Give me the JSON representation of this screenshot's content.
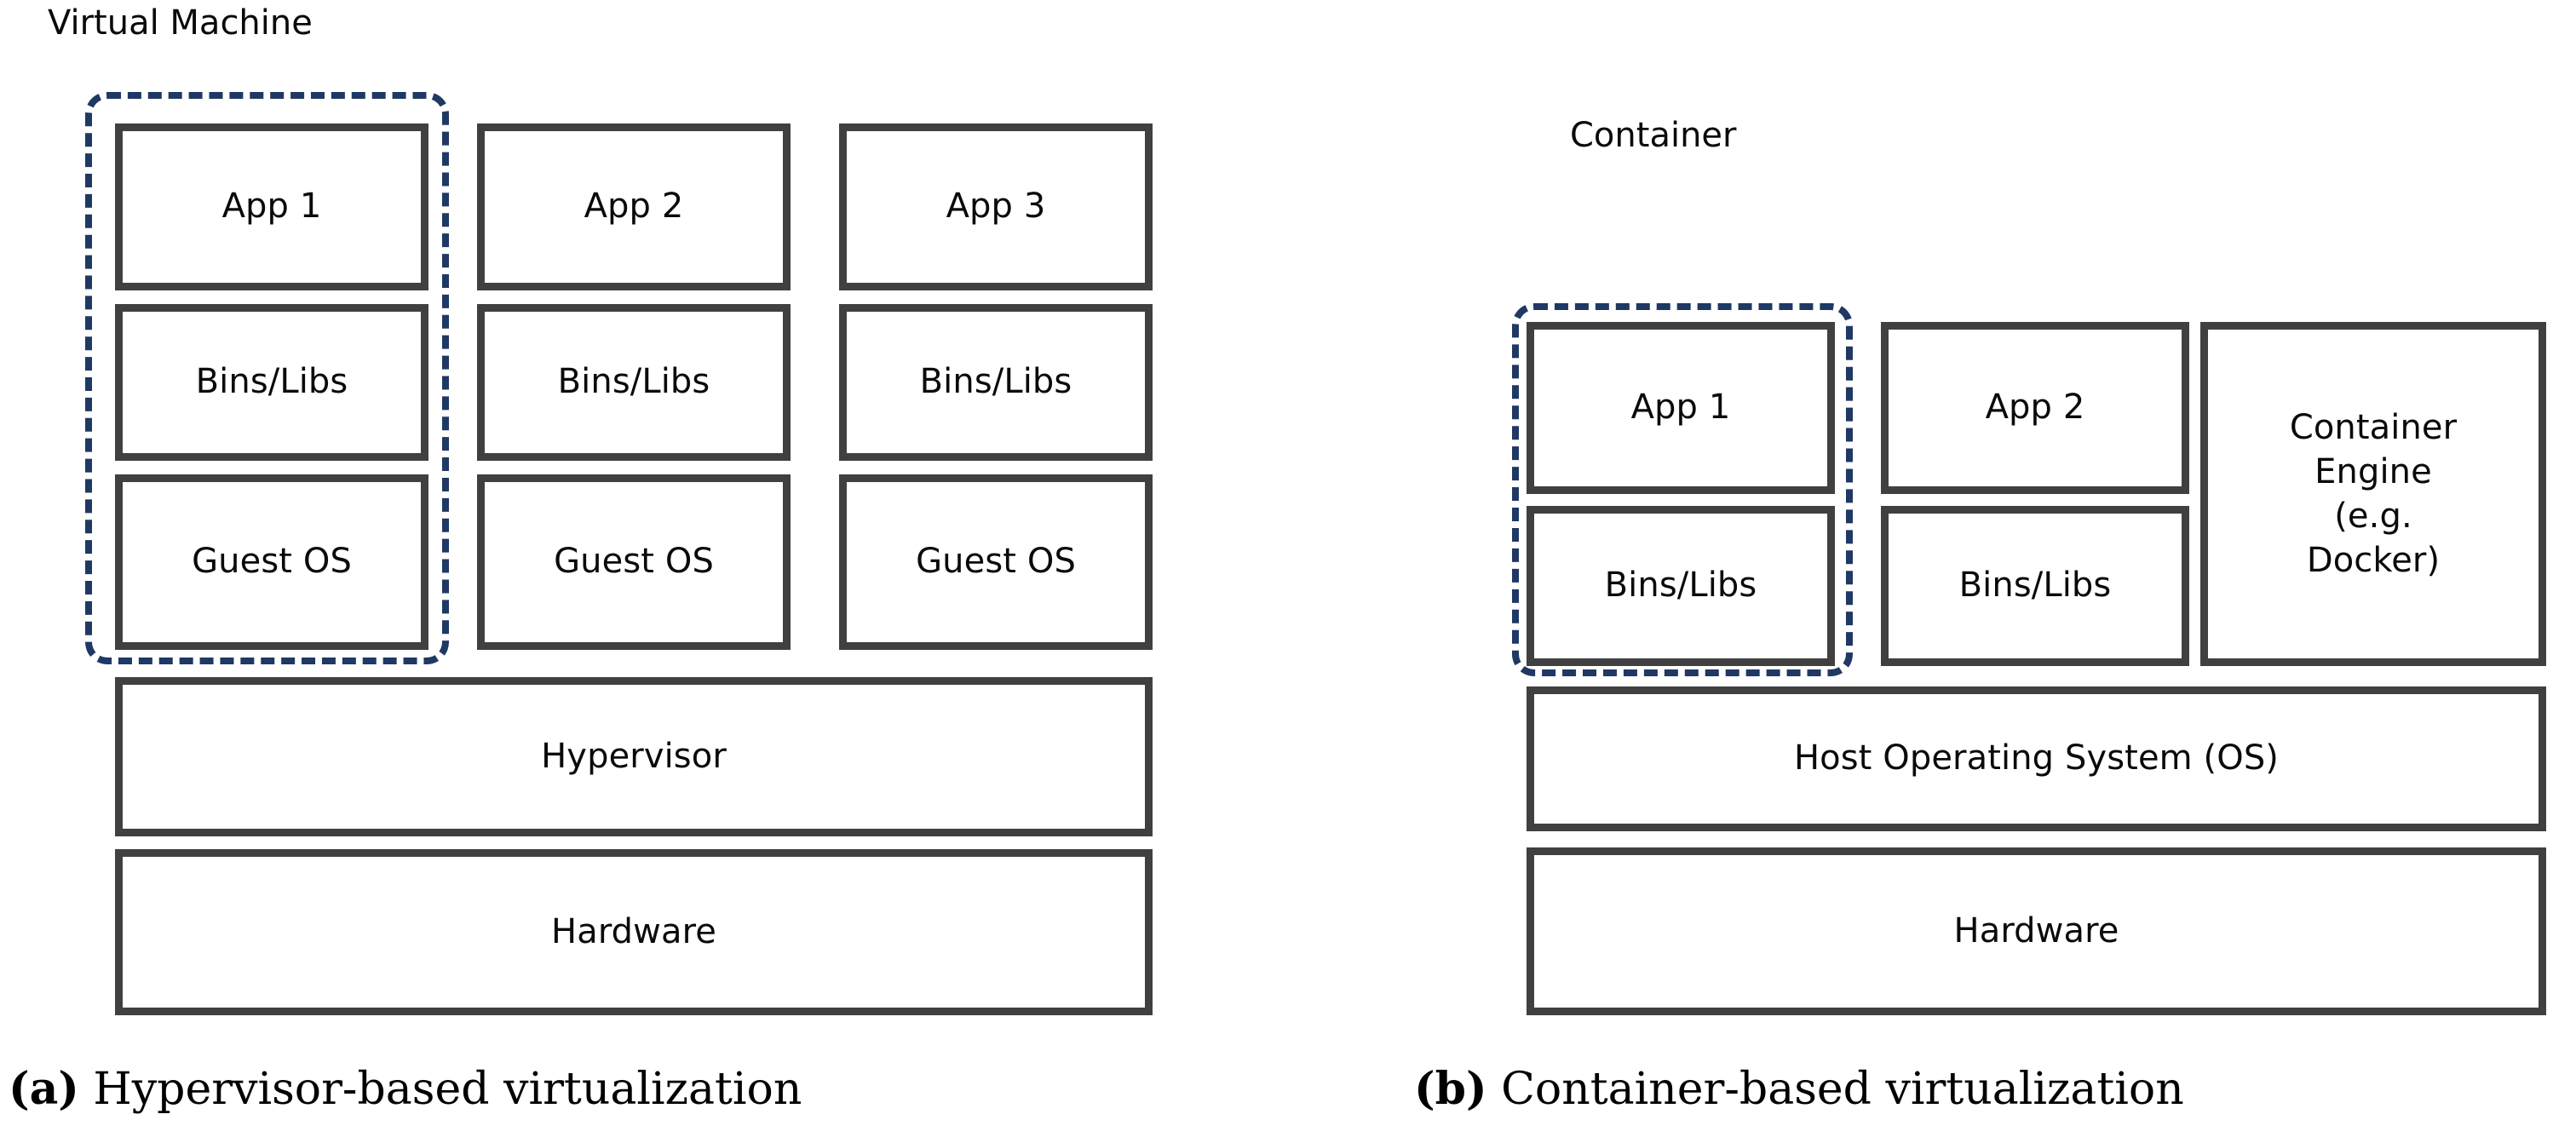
{
  "figure": {
    "title": "Hypervisor-based vs Container-based virtualization",
    "colors": {
      "block_border": "#404040",
      "group_dash": "#1F3864",
      "text": "#0a0a0a",
      "background": "#ffffff"
    }
  },
  "panel_a": {
    "group_label": "Virtual Machine",
    "stacks": [
      {
        "app": "App 1",
        "libs": "Bins/Libs",
        "os": "Guest OS"
      },
      {
        "app": "App 2",
        "libs": "Bins/Libs",
        "os": "Guest OS"
      },
      {
        "app": "App 3",
        "libs": "Bins/Libs",
        "os": "Guest OS"
      }
    ],
    "base_layers": [
      "Hypervisor",
      "Hardware"
    ],
    "caption_label": "(a)",
    "caption_text": " Hypervisor-based virtualization"
  },
  "panel_b": {
    "group_label": "Container",
    "stacks": [
      {
        "app": "App 1",
        "libs": "Bins/Libs"
      },
      {
        "app": "App 2",
        "libs": "Bins/Libs"
      }
    ],
    "engine": "Container Engine (e.g. Docker)",
    "engine_lines": [
      "Container",
      "Engine",
      "(e.g.",
      "Docker)"
    ],
    "base_layers": [
      "Host Operating System (OS)",
      "Hardware"
    ],
    "caption_label": "(b)",
    "caption_text": " Container-based virtualization"
  }
}
